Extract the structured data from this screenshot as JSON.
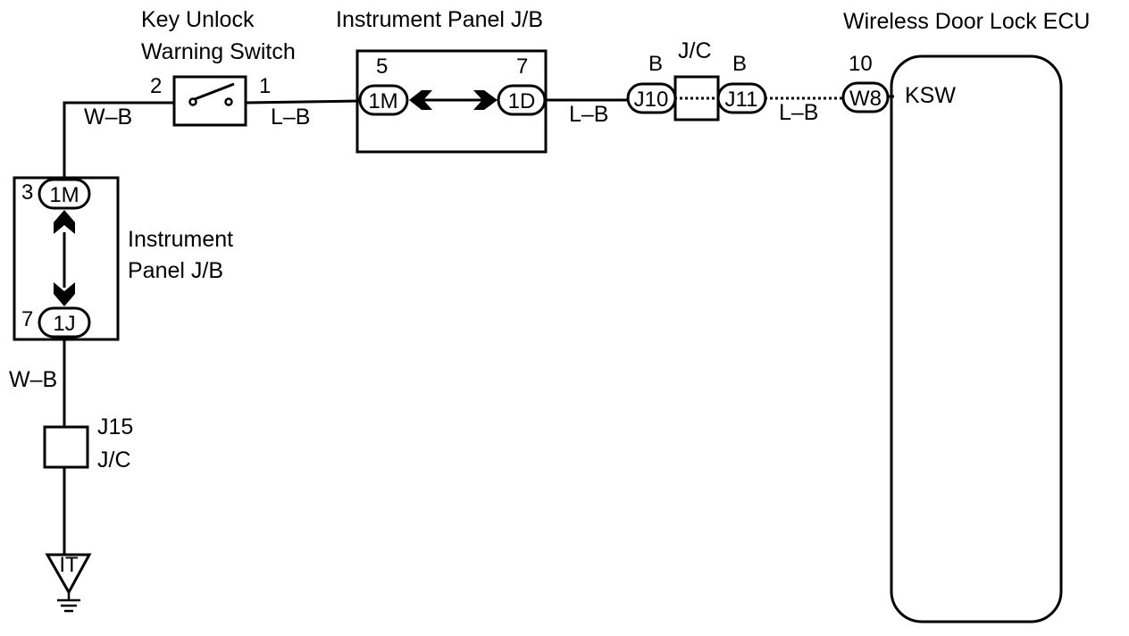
{
  "switch": {
    "title_line1": "Key Unlock",
    "title_line2": "Warning Switch",
    "pin_left": "2",
    "pin_right": "1"
  },
  "jb_top": {
    "title": "Instrument Panel J/B",
    "pin_left": "5",
    "pin_right": "7",
    "connector_left": "1M",
    "connector_right": "1D"
  },
  "jc_top": {
    "title": "J/C",
    "pin_left": "B",
    "pin_right": "B",
    "connector_left": "J10",
    "connector_right": "J11"
  },
  "ecu": {
    "title": "Wireless Door Lock ECU",
    "pin": "10",
    "connector": "W8",
    "terminal": "KSW"
  },
  "jb_left": {
    "title_line1": "Instrument",
    "title_line2": "Panel J/B",
    "pin_top": "3",
    "pin_bottom": "7",
    "connector_top": "1M",
    "connector_bottom": "1J"
  },
  "jc_bottom": {
    "id": "J15",
    "title": "J/C"
  },
  "wires": {
    "wb_top": "W–B",
    "lb_switch": "L–B",
    "lb_jb": "L–B",
    "lb_jc": "L–B",
    "wb_left": "W–B"
  },
  "ground_label": "IT"
}
